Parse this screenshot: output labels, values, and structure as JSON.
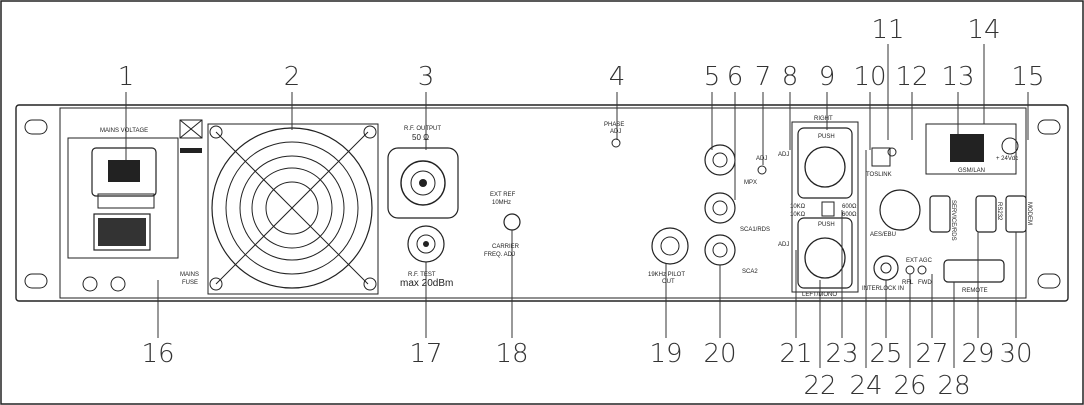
{
  "callouts_top": [
    "1",
    "2",
    "3",
    "4",
    "5",
    "6",
    "7",
    "8",
    "9",
    "10",
    "11",
    "12",
    "13",
    "14",
    "15"
  ],
  "callouts_bottom": [
    "16",
    "17",
    "18",
    "19",
    "20",
    "21",
    "22",
    "23",
    "24",
    "25",
    "26",
    "27",
    "28",
    "29",
    "30"
  ],
  "labels": {
    "mains_voltage": "MAINS VOLTAGE",
    "mains_fuse_1": "MAINS",
    "mains_fuse_2": "FUSE",
    "rf_output": "R.F. OUTPUT",
    "rf_output_ohm": "50 Ω",
    "rf_test": "R.F. TEST",
    "rf_test_max": "max 20dBm",
    "ext_ref_1": "EXT REF",
    "ext_ref_2": "10MHz",
    "carrier_1": "CARRIER",
    "carrier_2": "FREQ. ADJ",
    "phase_1": "PHASE",
    "phase_2": "ADJ",
    "pilot_1": "19KHz PILOT",
    "pilot_2": "OUT",
    "mpx": "MPX",
    "sca1": "SCA1/RDS",
    "sca2": "SCA2",
    "right": "RIGHT",
    "left_mono": "LEFT/MONO",
    "adj": "ADJ",
    "push": "PUSH",
    "ohm10k": "10KΩ",
    "ohm600": "600Ω",
    "toslink": "TOSLINK",
    "aes_ebu": "AES/EBU",
    "gsm_lan": "GSM/LAN",
    "vdc": "+ 24Vdc",
    "service": "SERVICE/RDS",
    "rs232": "RS232",
    "modem": "MODEM",
    "remote": "REMOTE",
    "interlock": "INTERLOCK IN",
    "ext_agc": "EXT AGC",
    "rfl": "RFL",
    "fwd": "FWD"
  }
}
